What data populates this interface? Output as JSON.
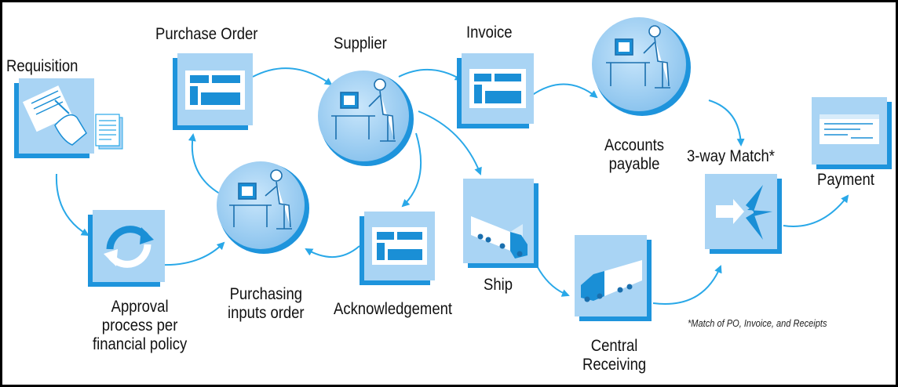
{
  "labels": {
    "requisition": "Requisition",
    "purchase_order": "Purchase Order",
    "supplier": "Supplier",
    "invoice": "Invoice",
    "accounts_payable": "Accounts\npayable",
    "three_way_match": "3-way Match*",
    "payment": "Payment",
    "approval": "Approval\nprocess per\nfinancial policy",
    "purchasing": "Purchasing\ninputs order",
    "acknowledgement": "Acknowledgement",
    "ship": "Ship",
    "central_receiving": "Central\nReceiving"
  },
  "footnote": "*Match of PO, Invoice, and Receipts",
  "colors": {
    "box_fill": "#a9d4f4",
    "box_dark": "#1a8fd6",
    "circle_fill": "#9dcdf0",
    "arrow": "#29a8e8",
    "border": "#000000"
  },
  "icons": {
    "requisition": "hand-writing-icon",
    "approval": "refresh-cycle-icon",
    "purchase_order": "form-document-icon",
    "purchasing": "person-at-computer-icon",
    "supplier": "person-at-computer-icon",
    "invoice": "form-document-icon",
    "acknowledgement": "form-document-icon",
    "accounts_payable": "person-at-computer-icon",
    "ship": "truck-icon",
    "central_receiving": "truck-icon",
    "three_way_match": "converging-arrows-icon",
    "payment": "check-icon"
  }
}
